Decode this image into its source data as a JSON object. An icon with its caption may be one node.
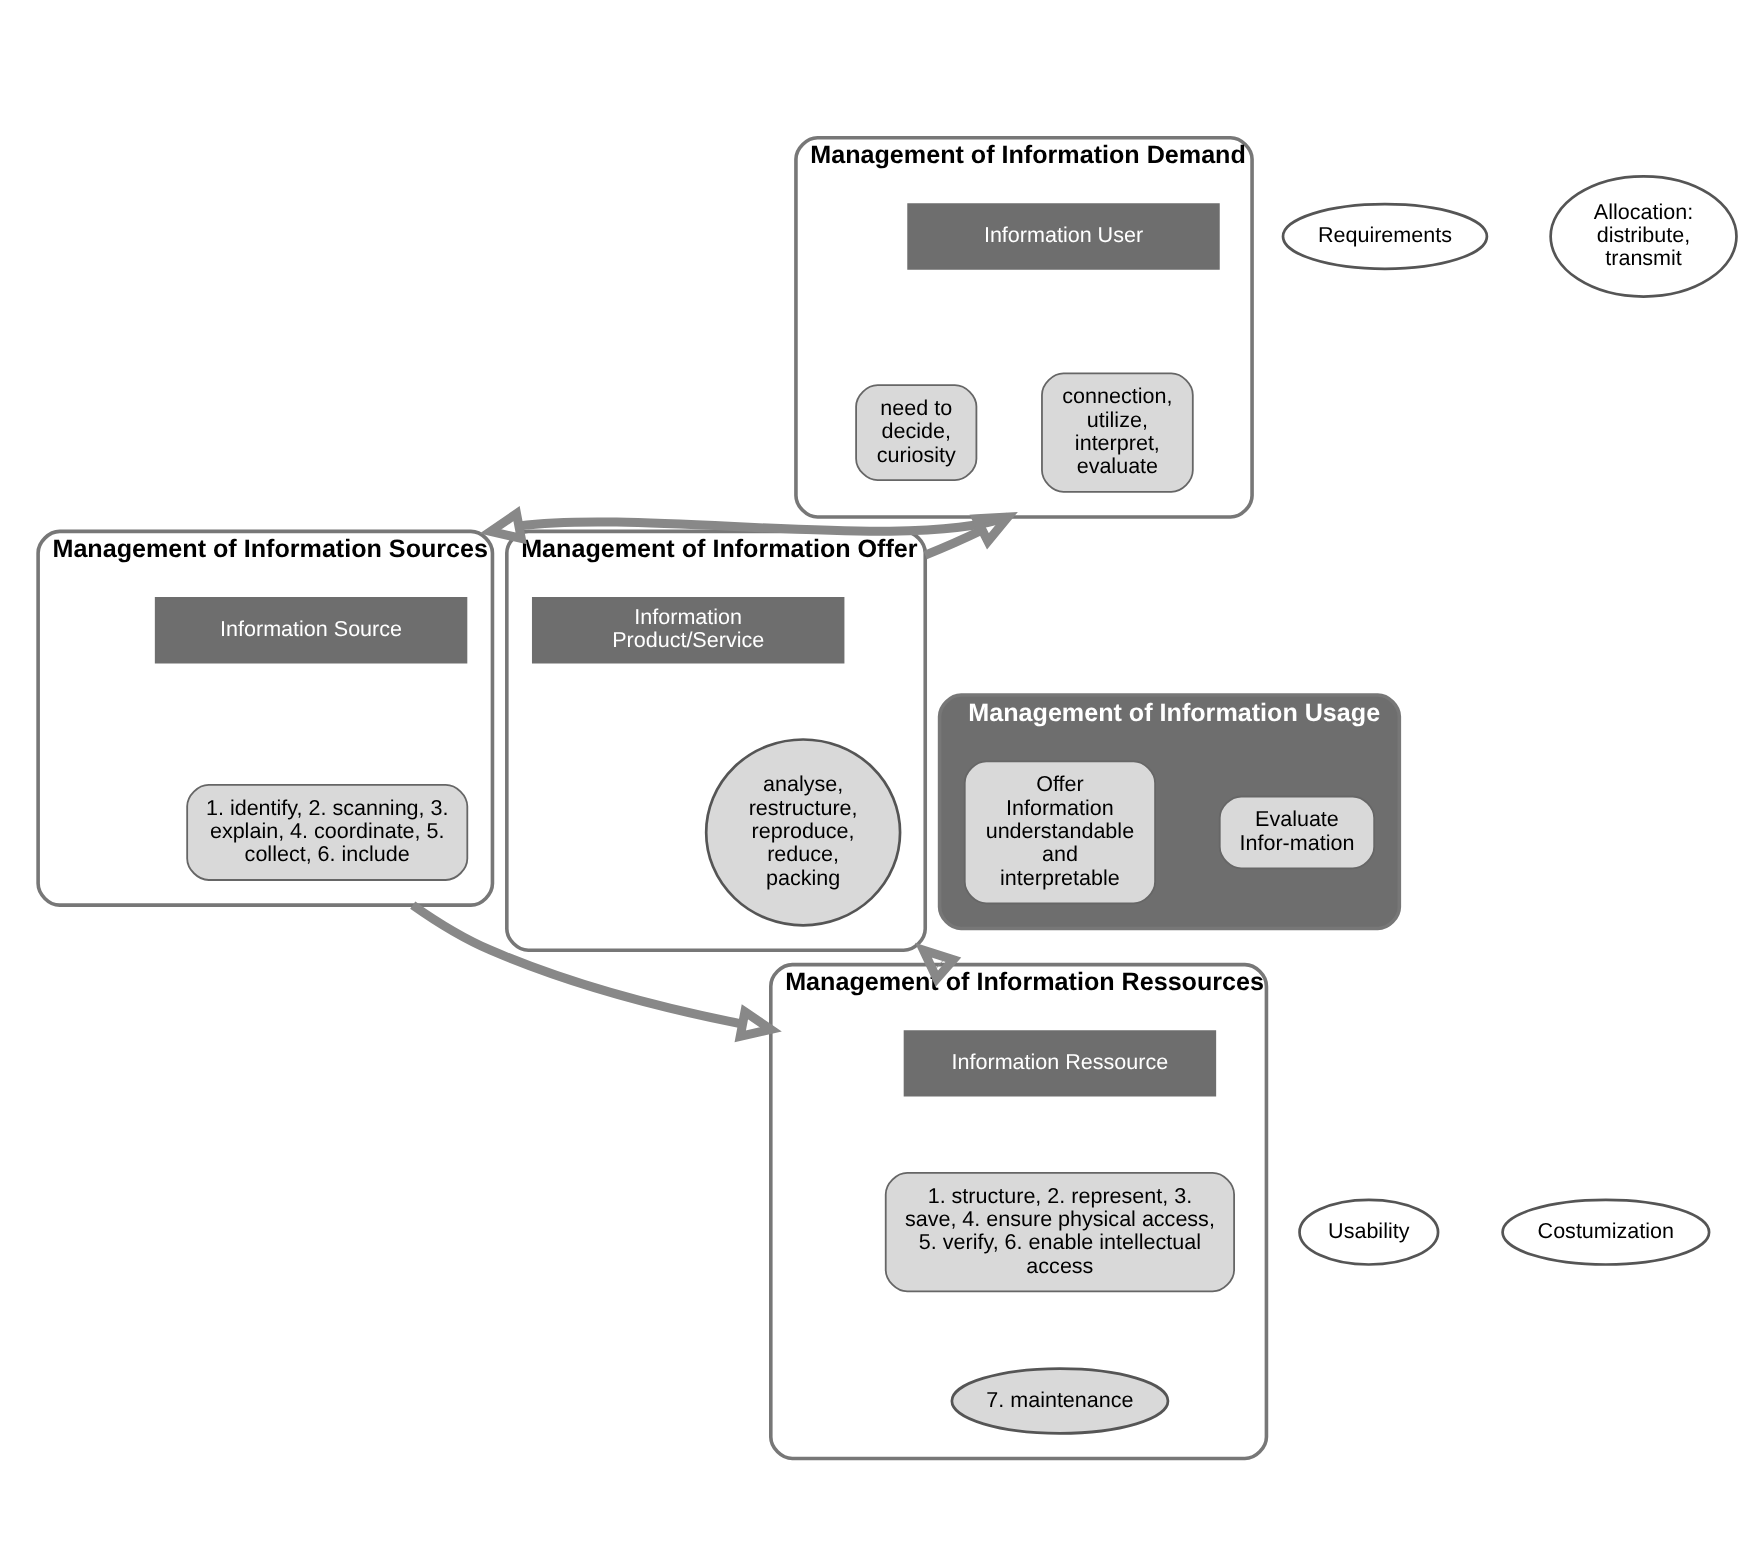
{
  "diagram": {
    "nodes": [
      {
        "text": [
          "Management of Information Demand"
        ]
      },
      {
        "text": [
          "Information User"
        ],
        "in": 0
      },
      {
        "text": [
          "need to decide, curiosity"
        ],
        "in": 0
      },
      {
        "text": [
          "connection, utilize, interpret, evaluate"
        ],
        "in": 0
      },
      {
        "text": [
          "Management of Information Sources"
        ]
      },
      {
        "text": [
          "Information Source"
        ],
        "in": 4
      },
      {
        "text": [
          "1. identify, 2. scanning, 3. explain, 4. coordinate, 5. collect, 6. include"
        ],
        "in": 4
      },
      {
        "text": [
          "Management of Information Usage"
        ]
      },
      {
        "text": [
          "Offer Information understandable and interpretable"
        ],
        "in": 7
      },
      {
        "text": [
          "Evaluate Infor-mation"
        ],
        "in": 7
      },
      {
        "text": [
          "Management of Information Offer"
        ]
      },
      {
        "text": [
          "Information Product/Service"
        ],
        "in": 10
      },
      {
        "text": [
          "analyse, restructure, reproduce, reduce, packing"
        ],
        "in": 10
      },
      {
        "text": [
          "Management of Information Ressources"
        ]
      },
      {
        "text": [
          "Information Ressource"
        ],
        "in": 13
      },
      {
        "text": [
          "1. structure, 2. represent, 3. save, 4. ensure physical access, 5. verify, 6. enable intellectual access"
        ],
        "in": 13
      },
      {
        "text": [
          "7. maintenance"
        ],
        "in": 13
      },
      {
        "text": [
          "Requirements"
        ]
      },
      {
        "text": [
          "Allocation: distribute, transmit"
        ]
      },
      {
        "text": [
          "Usability"
        ]
      },
      {
        "text": [
          "Costumization"
        ]
      }
    ],
    "edges": [
      {
        "from": 0,
        "to": 4,
        "arrow": "to"
      },
      {
        "from": 4,
        "to": 13,
        "arrow": "to"
      },
      {
        "from": 13,
        "to": 10,
        "arrow": "to"
      },
      {
        "from": 10,
        "to": 0,
        "arrow": "to"
      }
    ]
  }
}
